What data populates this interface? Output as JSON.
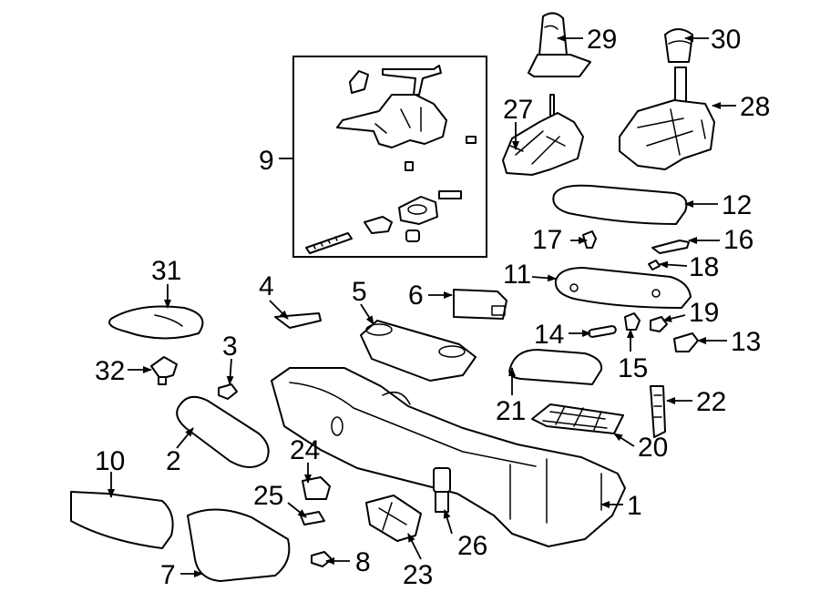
{
  "callouts": [
    {
      "id": "c1",
      "number": "1"
    },
    {
      "id": "c2",
      "number": "2"
    },
    {
      "id": "c3",
      "number": "3"
    },
    {
      "id": "c4",
      "number": "4"
    },
    {
      "id": "c5",
      "number": "5"
    },
    {
      "id": "c6",
      "number": "6"
    },
    {
      "id": "c7",
      "number": "7"
    },
    {
      "id": "c8",
      "number": "8"
    },
    {
      "id": "c9",
      "number": "9"
    },
    {
      "id": "c10",
      "number": "10"
    },
    {
      "id": "c11",
      "number": "11"
    },
    {
      "id": "c12",
      "number": "12"
    },
    {
      "id": "c13",
      "number": "13"
    },
    {
      "id": "c14",
      "number": "14"
    },
    {
      "id": "c15",
      "number": "15"
    },
    {
      "id": "c16",
      "number": "16"
    },
    {
      "id": "c17",
      "number": "17"
    },
    {
      "id": "c18",
      "number": "18"
    },
    {
      "id": "c19",
      "number": "19"
    },
    {
      "id": "c20",
      "number": "20"
    },
    {
      "id": "c21",
      "number": "21"
    },
    {
      "id": "c22",
      "number": "22"
    },
    {
      "id": "c23",
      "number": "23"
    },
    {
      "id": "c24",
      "number": "24"
    },
    {
      "id": "c25",
      "number": "25"
    },
    {
      "id": "c26",
      "number": "26"
    },
    {
      "id": "c27",
      "number": "27"
    },
    {
      "id": "c28",
      "number": "28"
    },
    {
      "id": "c29",
      "number": "29"
    },
    {
      "id": "c30",
      "number": "30"
    },
    {
      "id": "c31",
      "number": "31"
    },
    {
      "id": "c32",
      "number": "32"
    }
  ]
}
